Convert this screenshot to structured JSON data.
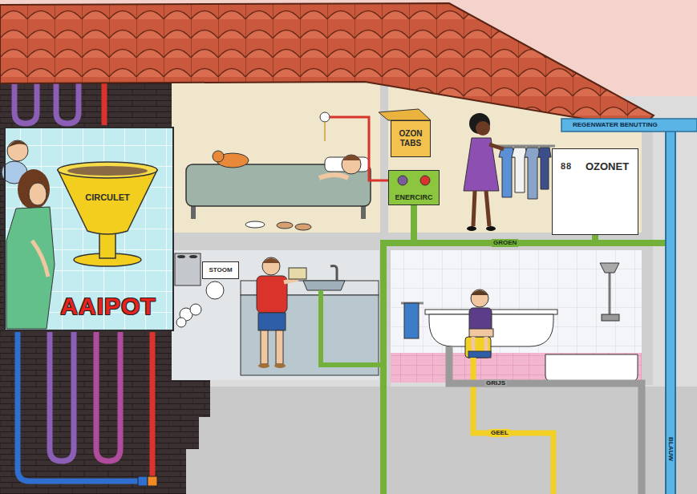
{
  "diagram": {
    "nodes": [
      {
        "text": [
          "AAIPOT"
        ]
      },
      {
        "text": [
          "CIRCULET"
        ],
        "in": 0
      },
      {
        "text": [
          "OZON TABS"
        ]
      },
      {
        "text": [
          "ENERCIRC"
        ]
      },
      {
        "text": [
          "OZONET"
        ]
      },
      {
        "text": [
          "STOOM"
        ]
      }
    ],
    "edges": [
      {
        "from": 3,
        "to": 4,
        "arrow": "none",
        "label": "GROEN"
      }
    ],
    "labels": [
      "REGENWATER BENUTTING",
      "88",
      "GRIJS",
      "GEEL",
      "BLAUW"
    ]
  }
}
